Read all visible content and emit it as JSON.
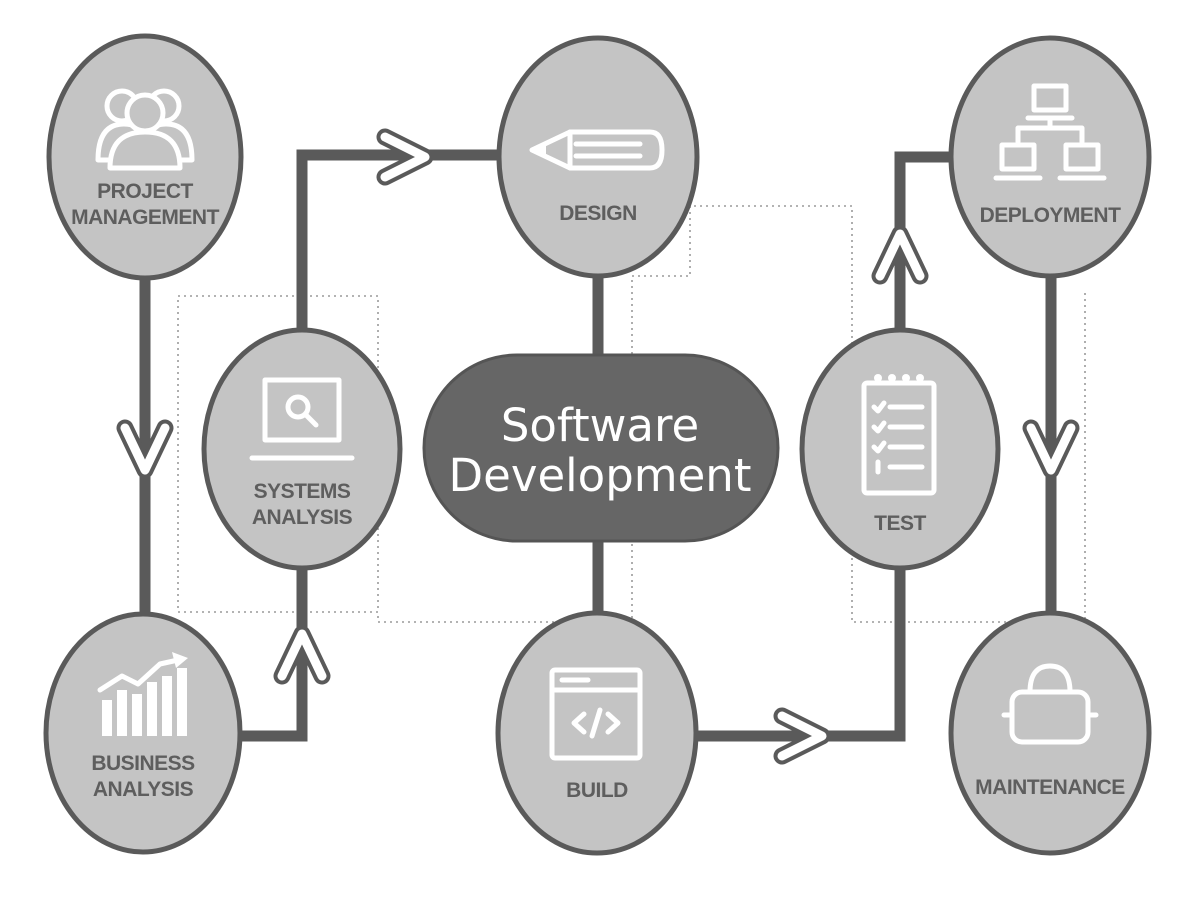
{
  "diagram": {
    "center": {
      "line1": "Software",
      "line2": "Development"
    },
    "nodes": {
      "project_management": {
        "line1": "PROJECT",
        "line2": "MANAGEMENT",
        "icon": "people-icon"
      },
      "systems_analysis": {
        "line1": "SYSTEMS",
        "line2": "ANALYSIS",
        "icon": "laptop-search-icon"
      },
      "business_analysis": {
        "line1": "BUSINESS",
        "line2": "ANALYSIS",
        "icon": "growth-chart-icon"
      },
      "design": {
        "line1": "DESIGN",
        "icon": "pencil-icon"
      },
      "build": {
        "line1": "BUILD",
        "icon": "code-window-icon"
      },
      "test": {
        "line1": "TEST",
        "icon": "checklist-icon"
      },
      "deployment": {
        "line1": "DEPLOYMENT",
        "icon": "network-icon"
      },
      "maintenance": {
        "line1": "MAINTENANCE",
        "icon": "toolbox-icon"
      }
    },
    "colors": {
      "node_fill": "#c4c4c4",
      "node_stroke": "#5a5a5a",
      "center_fill": "#666666",
      "label_text": "#5e5e5e",
      "center_text": "#ffffff"
    }
  }
}
